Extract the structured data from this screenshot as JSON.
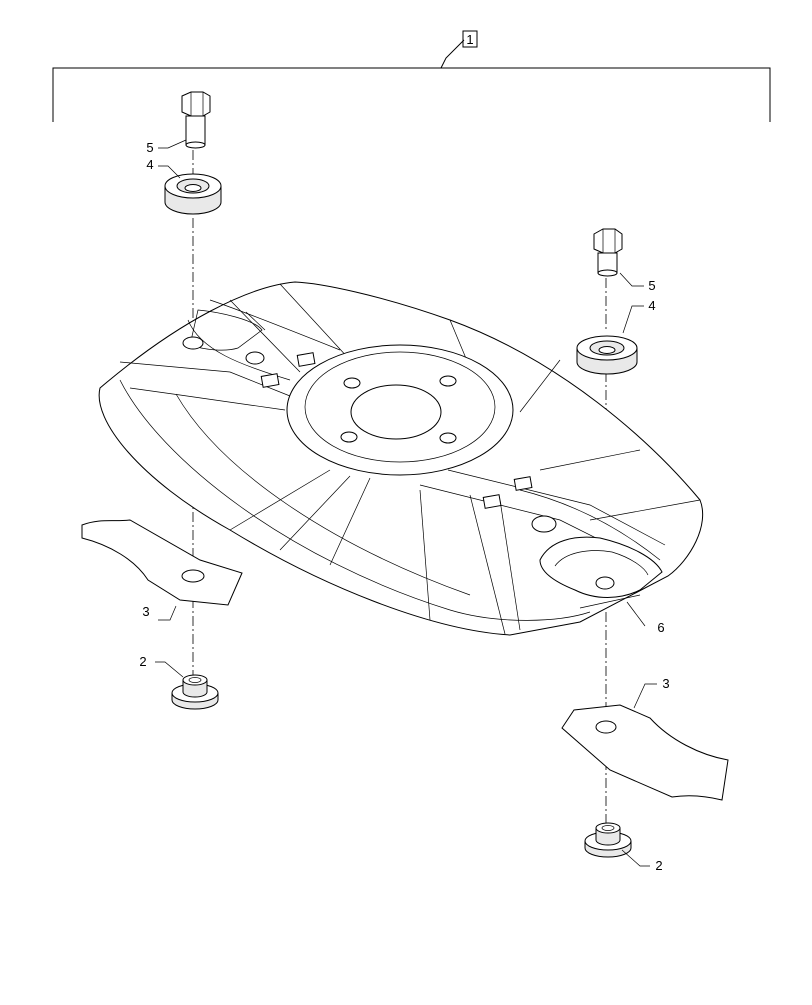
{
  "callouts": {
    "assembly": "1",
    "bolt": "5",
    "washer": "4",
    "knife": "3",
    "nut": "2",
    "disc": "6"
  }
}
